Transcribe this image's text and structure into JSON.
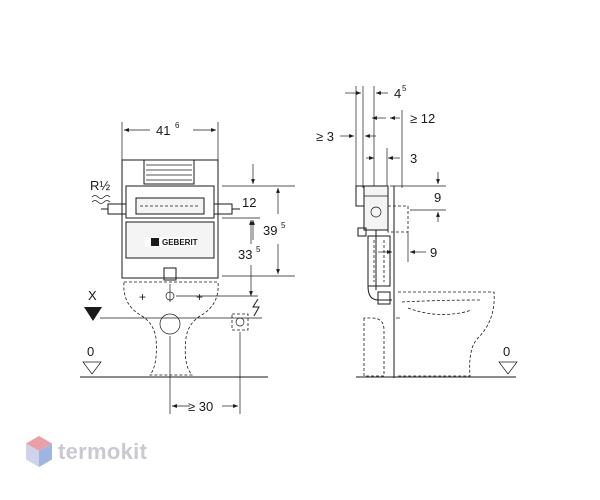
{
  "left_view": {
    "width_dim": {
      "main": "41",
      "sup": "6"
    },
    "thread_label": "R½",
    "dim_12": "12",
    "dim_39": {
      "main": "39",
      "sup": "5"
    },
    "dim_33": {
      "main": "33",
      "sup": "5"
    },
    "x_label": "X",
    "zero_label": "0",
    "bottom_dim": "≥ 30",
    "brand_logo_text": "GEBERIT",
    "icons": [
      "lightning-icon",
      "water-supply-icon",
      "level-triangle-icon"
    ]
  },
  "right_view": {
    "dim_4": {
      "main": "4",
      "sup": "5"
    },
    "dim_ge3_top": "≥ 3",
    "dim_ge12": "≥ 12",
    "dim_3": "3",
    "dim_9_upper": "9",
    "dim_9_lower": "9",
    "zero_label": "0"
  },
  "watermark": {
    "text": "termokit",
    "colors": {
      "hex_top": "#e8a0a6",
      "hex_left": "#cfd3ea",
      "hex_right": "#9fb4e0"
    }
  }
}
